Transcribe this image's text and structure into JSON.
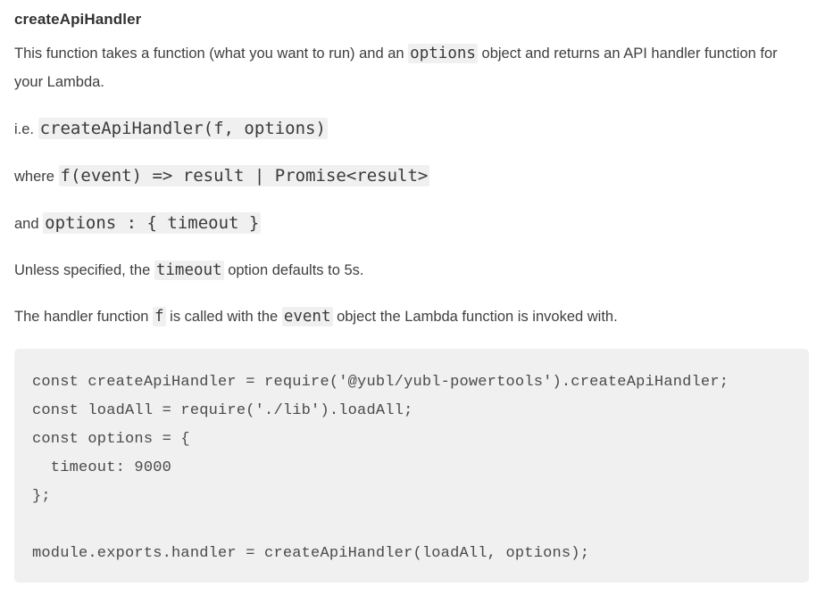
{
  "article": {
    "heading": "createApiHandler",
    "paragraphs": [
      {
        "id": "intro",
        "parts": [
          {
            "type": "text",
            "value": "This function takes a function (what you want to run) and an "
          },
          {
            "type": "code",
            "value": "options"
          },
          {
            "type": "text",
            "value": " object and returns an API handler function for your Lambda."
          }
        ]
      },
      {
        "id": "signature",
        "parts": [
          {
            "type": "text",
            "value": "i.e. "
          },
          {
            "type": "code-big",
            "value": "createApiHandler(f, options)"
          }
        ]
      },
      {
        "id": "where",
        "parts": [
          {
            "type": "text",
            "value": "where "
          },
          {
            "type": "code-big",
            "value": "f(event) => result | Promise<result>"
          }
        ]
      },
      {
        "id": "and",
        "parts": [
          {
            "type": "text",
            "value": "and "
          },
          {
            "type": "code-big",
            "value": "options : { timeout }"
          }
        ]
      },
      {
        "id": "default-timeout",
        "parts": [
          {
            "type": "text",
            "value": "Unless specified, the "
          },
          {
            "type": "code",
            "value": "timeout"
          },
          {
            "type": "text",
            "value": " option defaults to 5s."
          }
        ]
      },
      {
        "id": "handler-event",
        "parts": [
          {
            "type": "text",
            "value": "The handler function "
          },
          {
            "type": "code",
            "value": "f"
          },
          {
            "type": "text",
            "value": " is called with the "
          },
          {
            "type": "code",
            "value": "event"
          },
          {
            "type": "text",
            "value": " object the Lambda function is invoked with."
          }
        ]
      }
    ],
    "code_block": {
      "language": "javascript",
      "lines": [
        "const createApiHandler = require('@yubl/yubl-powertools').createApiHandler;",
        "const loadAll = require('./lib').loadAll;",
        "const options = {",
        "  timeout: 9000",
        "};",
        "",
        "module.exports.handler = createApiHandler(loadAll, options);"
      ]
    }
  },
  "colors": {
    "page_background": "#ffffff",
    "heading_text": "#333333",
    "body_text": "#3f3f3f",
    "inline_code_background": "#f0f0f0",
    "code_block_background": "#f0f0f0",
    "code_text": "#4a4a4a"
  }
}
